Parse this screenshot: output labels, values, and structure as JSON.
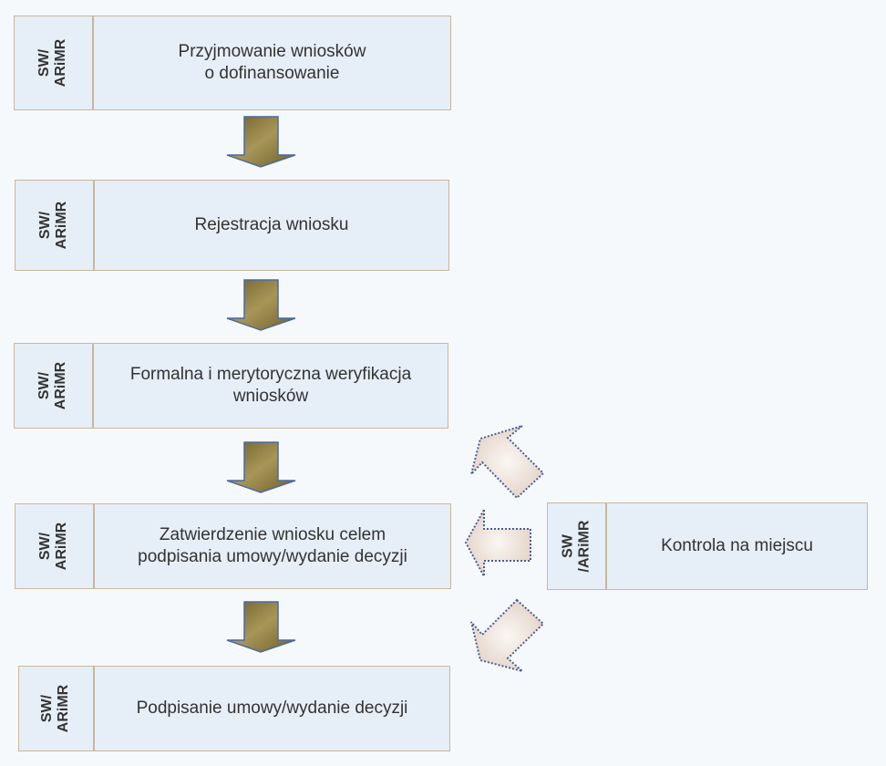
{
  "steps": [
    {
      "actor": "SW/\nARiMR",
      "label": "Przyjmowanie wniosków\no dofinansowanie"
    },
    {
      "actor": "SW/\nARiMR",
      "label": "Rejestracja wniosku"
    },
    {
      "actor": "SW/\nARiMR",
      "label": "Formalna i merytoryczna weryfikacja\nwniosków"
    },
    {
      "actor": "SW/\nARiMR",
      "label": "Zatwierdzenie wniosku celem\npodpisania umowy/wydanie decyzji"
    },
    {
      "actor": "SW/\nARiMR",
      "label": "Podpisanie umowy/wydanie decyzji"
    }
  ],
  "control": {
    "actor": "SW\n/ARiMR",
    "label": "Kontrola na miejscu"
  },
  "colors": {
    "box_fill": "#e6eef8",
    "box_border": "#c8b89a",
    "down_arrow": "#8a7a3a",
    "down_arrow_outline": "#4a6aa0",
    "side_arrow_fill": "#efe4dc",
    "side_arrow_outline": "#4a5a9a"
  }
}
